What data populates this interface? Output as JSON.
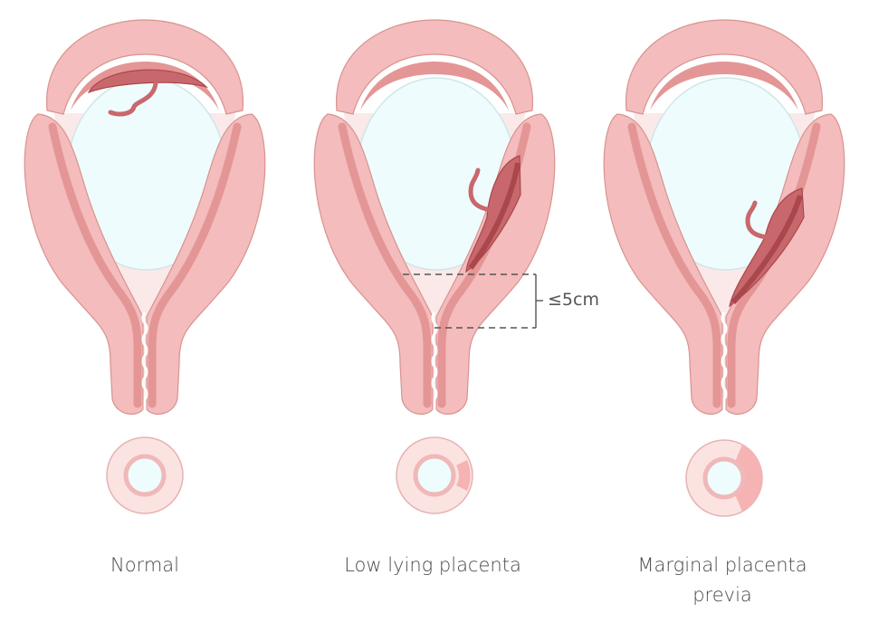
{
  "panels": [
    {
      "label": "Normal",
      "placenta": "fundal"
    },
    {
      "label": "Low lying placenta",
      "placenta": "low-lateral",
      "measurement": "≤5cm"
    },
    {
      "label_line1": "Marginal placenta",
      "label_line2": "previa",
      "placenta": "marginal"
    }
  ],
  "colors": {
    "wall": "#f4bcbc",
    "wall_stroke": "#d7938f",
    "inner_band": "#e39695",
    "sac": "#eefcfd",
    "placenta": "#c9686c",
    "placenta_dark": "#a9474d",
    "cavity": "#fbe9e9"
  }
}
